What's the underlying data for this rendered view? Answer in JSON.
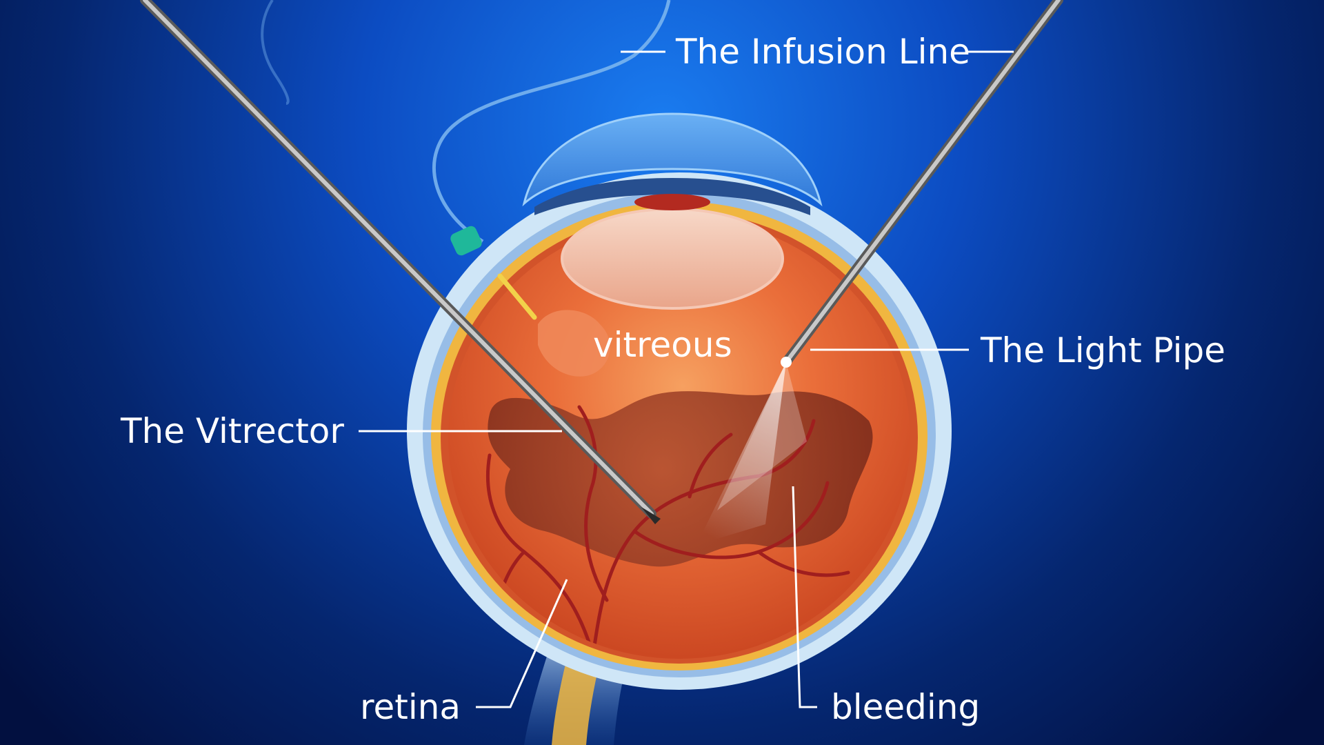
{
  "labels": {
    "infusion_line": "The Infusion Line",
    "light_pipe": "The Light Pipe",
    "vitrector": "The Vitrector",
    "vitreous": "vitreous",
    "retina": "retina",
    "bleeding": "bleeding"
  },
  "colors": {
    "background_center": "#1a7cf0",
    "background_edge": "#03103a",
    "sclera": "#cfe6f7",
    "choroid": "#f0b640",
    "eye_interior": "#e2582e",
    "bleeding": "#8f3420",
    "vessels": "#9a1e1e",
    "instrument": "#9a9a9a",
    "label_text": "#ffffff"
  }
}
